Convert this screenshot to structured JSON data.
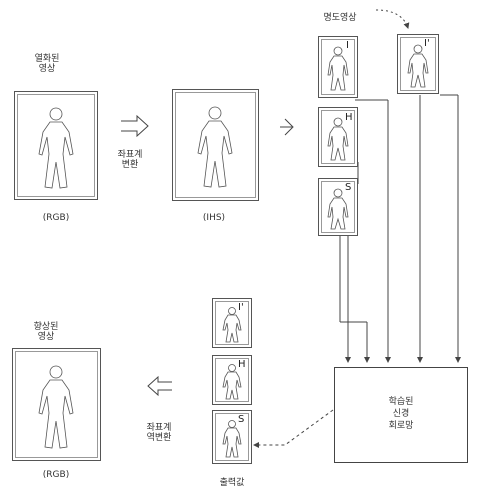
{
  "labels": {
    "input_image": [
      "열화된",
      "영상"
    ],
    "coord_convert": [
      "좌표계",
      "변환"
    ],
    "rgb_in": "(RGB)",
    "ihs": "(IHS)",
    "luminance_channel": "명도영상",
    "enhanced_image": [
      "향상된",
      "영상"
    ],
    "inverse_convert": [
      "좌표계",
      "역변환"
    ],
    "rgb_out": "(RGB)",
    "network": [
      "학습된",
      "신경",
      "회로망"
    ],
    "output_value": "출력값"
  },
  "channels": {
    "i": "I",
    "h": "H",
    "s": "S",
    "i_prime": "I'"
  },
  "colors": {
    "stroke": "#444444",
    "figure": "#555555"
  }
}
